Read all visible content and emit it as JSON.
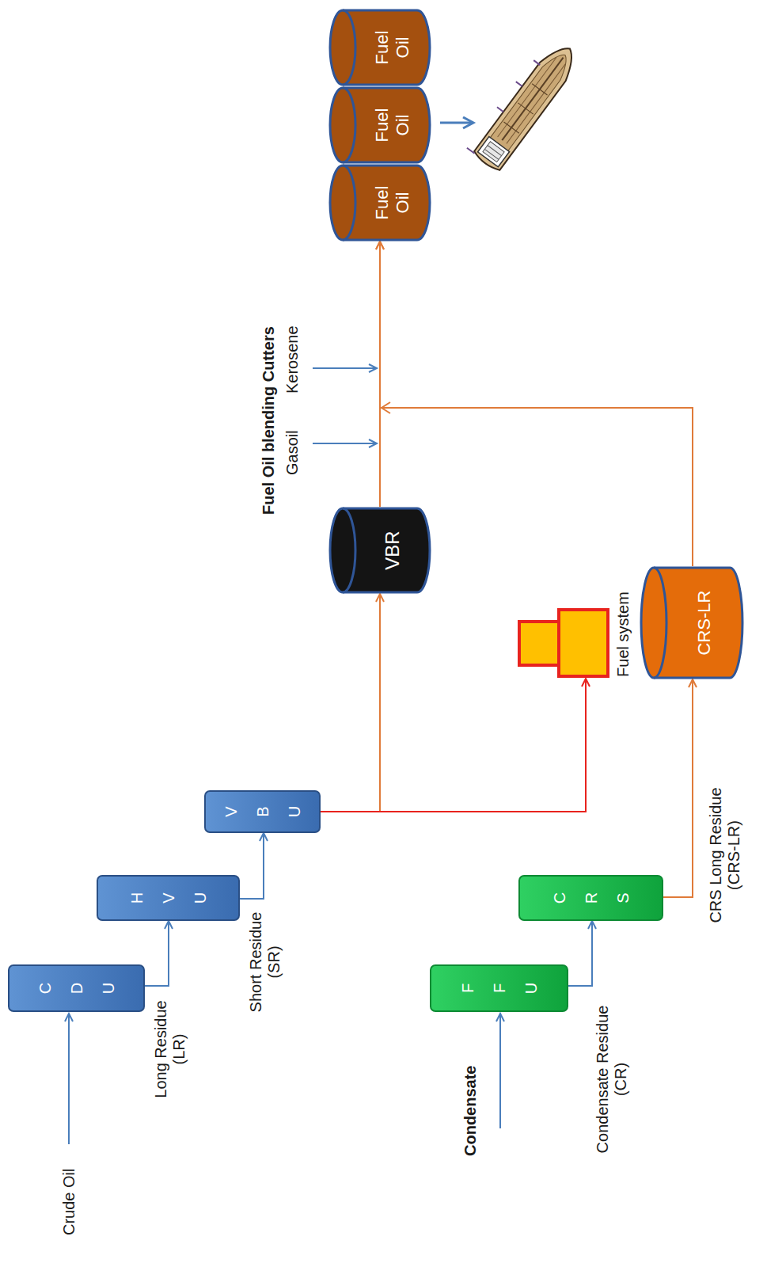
{
  "diagram": {
    "nodes": [
      {
        "text": [
          "CDU"
        ]
      },
      {
        "text": [
          "HVU"
        ]
      },
      {
        "text": [
          "VBU"
        ]
      },
      {
        "text": [
          "VBR"
        ]
      },
      {
        "text": [
          "Fuel system"
        ]
      },
      {
        "text": [
          "FFU"
        ]
      },
      {
        "text": [
          "CRS"
        ]
      },
      {
        "text": [
          "CRS-LR"
        ]
      },
      {
        "text": [
          "Fuel Oil"
        ]
      },
      {
        "text": [
          "Fuel Oil"
        ]
      },
      {
        "text": [
          "Fuel Oil"
        ]
      }
    ],
    "edges": [
      {
        "from": 0,
        "to": 1,
        "arrow": "to",
        "label": "Long Residue (LR)"
      },
      {
        "from": 1,
        "to": 2,
        "arrow": "to",
        "label": "Short Residue (SR)"
      },
      {
        "from": 2,
        "to": 3,
        "arrow": "to"
      },
      {
        "from": 2,
        "to": 4,
        "arrow": "to"
      },
      {
        "from": 3,
        "to": 8,
        "arrow": "to"
      },
      {
        "from": 5,
        "to": 6,
        "arrow": "to",
        "label": "Condensate Residue (CR)"
      },
      {
        "from": 6,
        "to": 7,
        "arrow": "to",
        "label": "CRS Long Residue (CRS-LR)"
      },
      {
        "from": 7,
        "to": 8,
        "arrow": "to"
      }
    ],
    "labels": [
      "Crude Oil",
      "Fuel Oil blending Cutters",
      "Gasoil",
      "Kerosene",
      "Condensate"
    ]
  }
}
